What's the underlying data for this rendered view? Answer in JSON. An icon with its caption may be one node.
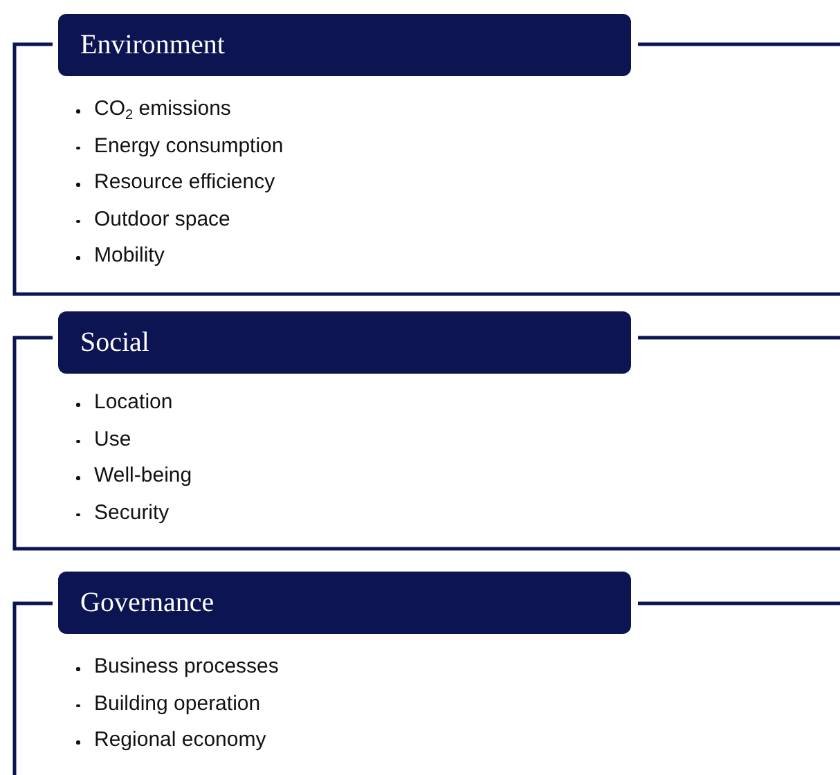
{
  "diagram": {
    "nodes": [
      {
        "text": [
          "Environment"
        ]
      },
      {
        "text": [
          "CO$_{2}$ emissions",
          "Energy consumption",
          "Resource efficiency",
          "Outdoor space",
          "Mobility"
        ]
      },
      {
        "text": [
          "Social"
        ]
      },
      {
        "text": [
          "Location",
          "Use",
          "Well-being",
          "Security"
        ]
      },
      {
        "text": [
          "Governance"
        ]
      },
      {
        "text": [
          "Business processes",
          "Building operation",
          "Regional economy"
        ]
      }
    ]
  }
}
